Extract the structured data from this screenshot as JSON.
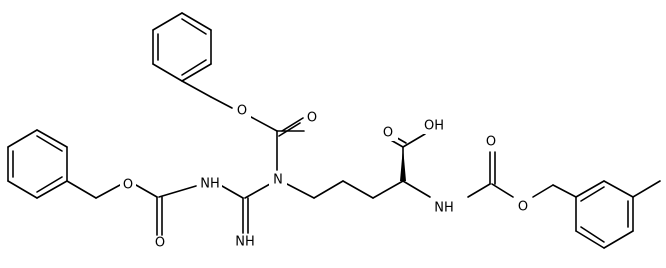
{
  "structure": {
    "colors": {
      "line": "#000000",
      "background": "#ffffff"
    },
    "atom_labels": {
      "carbamate_left_O_ester": "O",
      "carbamate_left_O_carbonyl": "O",
      "carbamate_left_NH": "NH",
      "guanidine_N": "N",
      "guanidine_NH_imine": "NH",
      "carbamate_top_O_ester": "O",
      "carbamate_top_O_carbonyl": "O",
      "acid_O_carbonyl": "O",
      "acid_OH": "OH",
      "carbamate_right_NH": "NH",
      "carbamate_right_O_carbonyl": "O",
      "carbamate_right_O_ester": "O"
    }
  }
}
